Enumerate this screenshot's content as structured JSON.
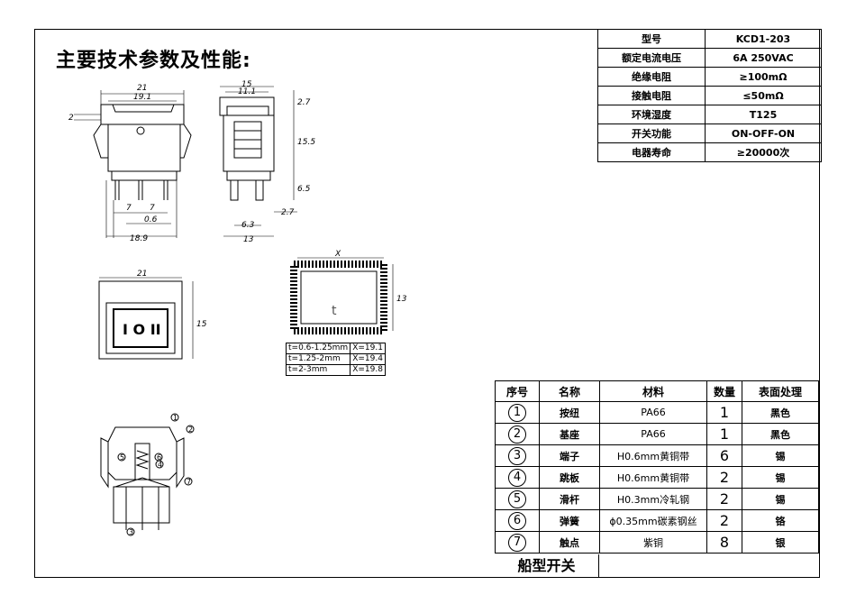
{
  "title": "主要技术参数及性能:",
  "spec_table": [
    {
      "key": "型号",
      "value": "KCD1-203"
    },
    {
      "key": "额定电流电压",
      "value": "6A 250VAC"
    },
    {
      "key": "绝缘电阻",
      "value": "≥100mΩ"
    },
    {
      "key": "接触电阻",
      "value": "≤50mΩ"
    },
    {
      "key": "环境湿度",
      "value": "T125"
    },
    {
      "key": "开关功能",
      "value": "ON-OFF-ON"
    },
    {
      "key": "电器寿命",
      "value": "≥20000次"
    }
  ],
  "parts_table": {
    "headers": [
      "序号",
      "名称",
      "材料",
      "数量",
      "表面处理"
    ],
    "rows": [
      {
        "no": "1",
        "name": "按纽",
        "material": "PA66",
        "qty": "1",
        "finish": "黑色"
      },
      {
        "no": "2",
        "name": "基座",
        "material": "PA66",
        "qty": "1",
        "finish": "黑色"
      },
      {
        "no": "3",
        "name": "端子",
        "material": "H0.6mm黄铜带",
        "qty": "6",
        "finish": "锡"
      },
      {
        "no": "4",
        "name": "跳板",
        "material": "H0.6mm黄铜带",
        "qty": "2",
        "finish": "锡"
      },
      {
        "no": "5",
        "name": "滑杆",
        "material": "H0.3mm冷轧钢",
        "qty": "2",
        "finish": "锡"
      },
      {
        "no": "6",
        "name": "弹簧",
        "material": "ϕ0.35mm碳素钢丝",
        "qty": "2",
        "finish": "铬"
      },
      {
        "no": "7",
        "name": "触点",
        "material": "紫铜",
        "qty": "8",
        "finish": "银"
      }
    ]
  },
  "caption": "船型开关",
  "thickness_table": [
    {
      "t": "t=0.6-1.25mm",
      "x": "X=19.1"
    },
    {
      "t": "t=1.25-2mm",
      "x": "X=19.4"
    },
    {
      "t": "t=2-3mm",
      "x": "X=19.8"
    }
  ],
  "dims": {
    "front_width": "21",
    "front_inner": "19.1",
    "front_offset": "2",
    "pin_pitch_a": "7",
    "pin_pitch_b": "7",
    "pin_thick": "0.6",
    "base_width": "18.9",
    "side_width": "15",
    "side_inner": "11.1",
    "side_top": "2.7",
    "side_body": "15.5",
    "side_pin": "6.5",
    "side_pin_off": "2.7",
    "side_pin_w": "6.3",
    "side_total": "13",
    "top_width": "21",
    "top_height": "15",
    "cutout_x": "X",
    "cutout_t": "t",
    "cutout_h": "13",
    "rocker_label": "I O II"
  },
  "callouts": [
    "1",
    "2",
    "3",
    "4",
    "5",
    "6",
    "7"
  ]
}
